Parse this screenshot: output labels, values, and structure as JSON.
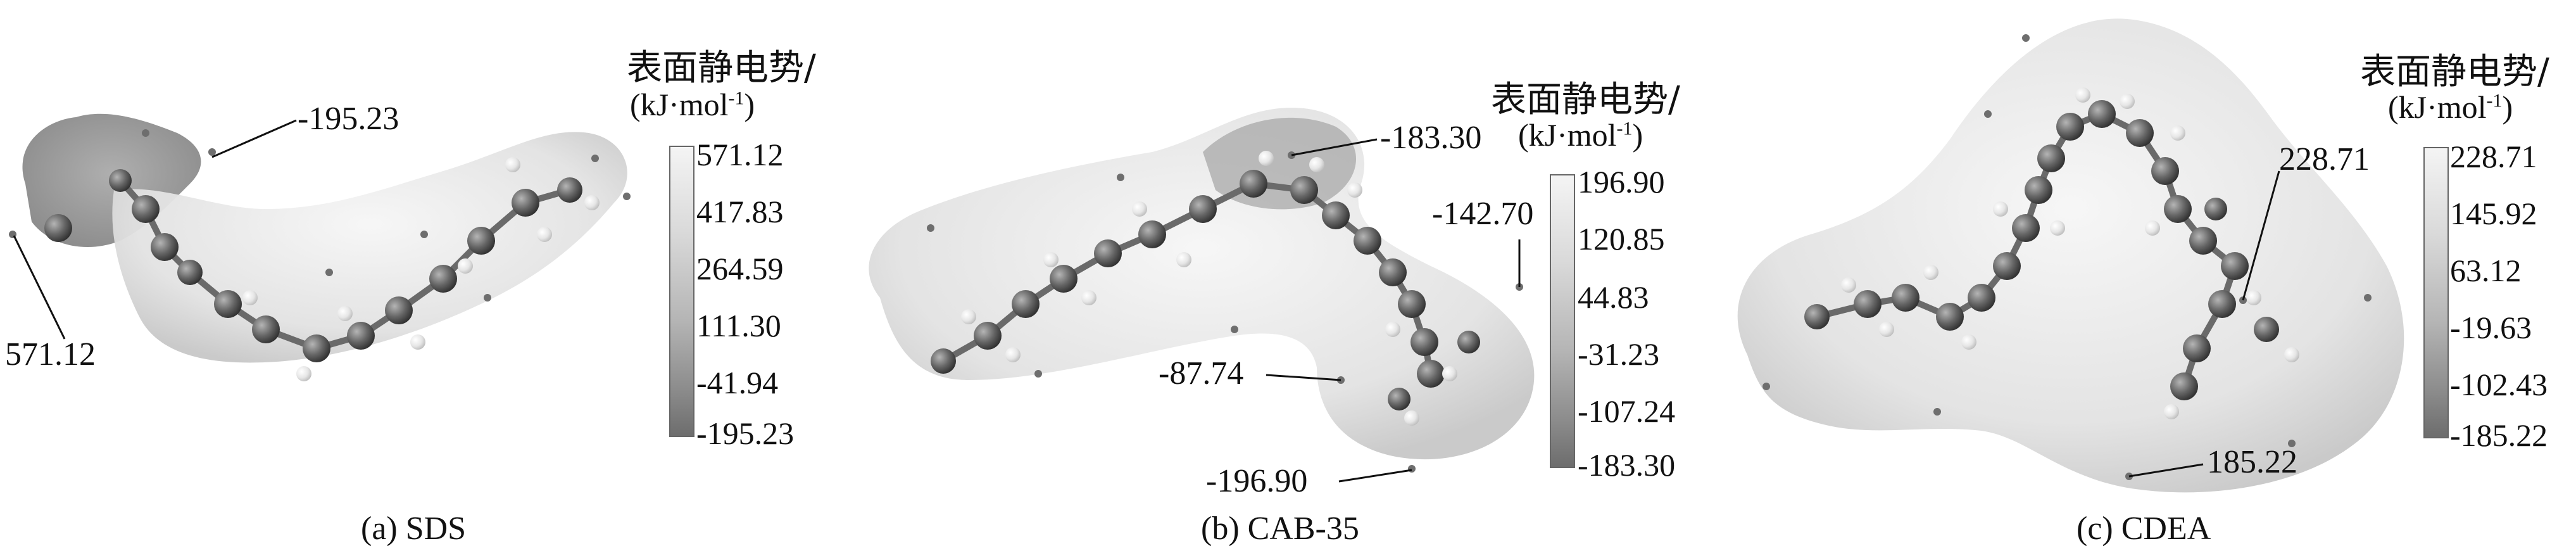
{
  "panels": [
    {
      "caption": "(a) SDS",
      "legend": {
        "title": "表面静电势/",
        "unit_main": "(kJ·mol",
        "unit_sup": "-1",
        "unit_close": ")",
        "ticks": [
          "571.12",
          "417.83",
          "264.59",
          "111.30",
          "-41.94",
          "-195.23"
        ]
      },
      "callouts": [
        "-195.23",
        "571.12"
      ]
    },
    {
      "caption": "(b) CAB-35",
      "legend": {
        "title": "表面静电势/",
        "unit_main": "(kJ·mol",
        "unit_sup": "-1",
        "unit_close": ")",
        "ticks": [
          "196.90",
          "120.85",
          "44.83",
          "-31.23",
          "-107.24",
          "-183.30"
        ]
      },
      "callouts": [
        "-183.30",
        "-142.70",
        "-87.74",
        "-196.90"
      ]
    },
    {
      "caption": "(c) CDEA",
      "legend": {
        "title": "表面静电势/",
        "unit_main": "(kJ·mol",
        "unit_sup": "-1",
        "unit_close": ")",
        "ticks": [
          "228.71",
          "145.92",
          "63.12",
          "-19.63",
          "-102.43",
          "-185.22"
        ]
      },
      "callouts": [
        "228.71",
        "185.22"
      ]
    }
  ],
  "colors": {
    "surface_light": "#f2f2f2",
    "surface_mid": "#cfcfcf",
    "surface_dark": "#8a8a8a",
    "atom_dark": "#5a5a5a",
    "atom_light": "#f7f7f7",
    "line": "#111111"
  }
}
